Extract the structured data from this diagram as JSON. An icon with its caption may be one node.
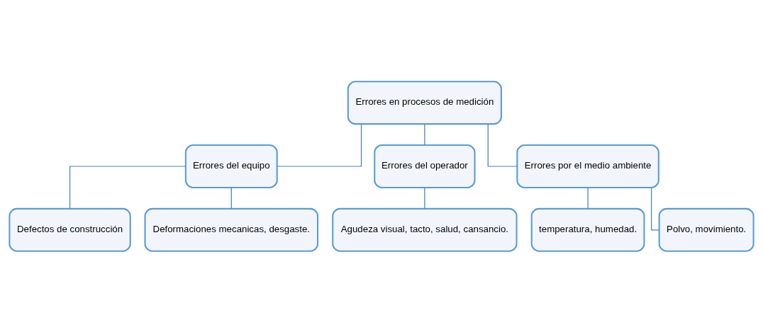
{
  "diagram": {
    "nodes": [
      {
        "text": [
          "Errores en procesos de medición"
        ]
      },
      {
        "text": [
          "Errores del equipo"
        ]
      },
      {
        "text": [
          "Errores del operador"
        ]
      },
      {
        "text": [
          "Errores por el medio ambiente"
        ]
      },
      {
        "text": [
          "Defectos de construcción"
        ]
      },
      {
        "text": [
          "Deformaciones mecanicas, desgaste."
        ]
      },
      {
        "text": [
          "Agudeza visual, tacto, salud, cansancio."
        ]
      },
      {
        "text": [
          "temperatura, humedad."
        ]
      },
      {
        "text": [
          "Polvo, movimiento."
        ]
      }
    ],
    "edges": [
      {
        "from": 0,
        "to": 1,
        "arrow": "none"
      },
      {
        "from": 0,
        "to": 2,
        "arrow": "none"
      },
      {
        "from": 0,
        "to": 3,
        "arrow": "none"
      },
      {
        "from": 1,
        "to": 4,
        "arrow": "none"
      },
      {
        "from": 1,
        "to": 5,
        "arrow": "none"
      },
      {
        "from": 2,
        "to": 6,
        "arrow": "none"
      },
      {
        "from": 3,
        "to": 7,
        "arrow": "none"
      },
      {
        "from": 3,
        "to": 8,
        "arrow": "none"
      }
    ]
  }
}
